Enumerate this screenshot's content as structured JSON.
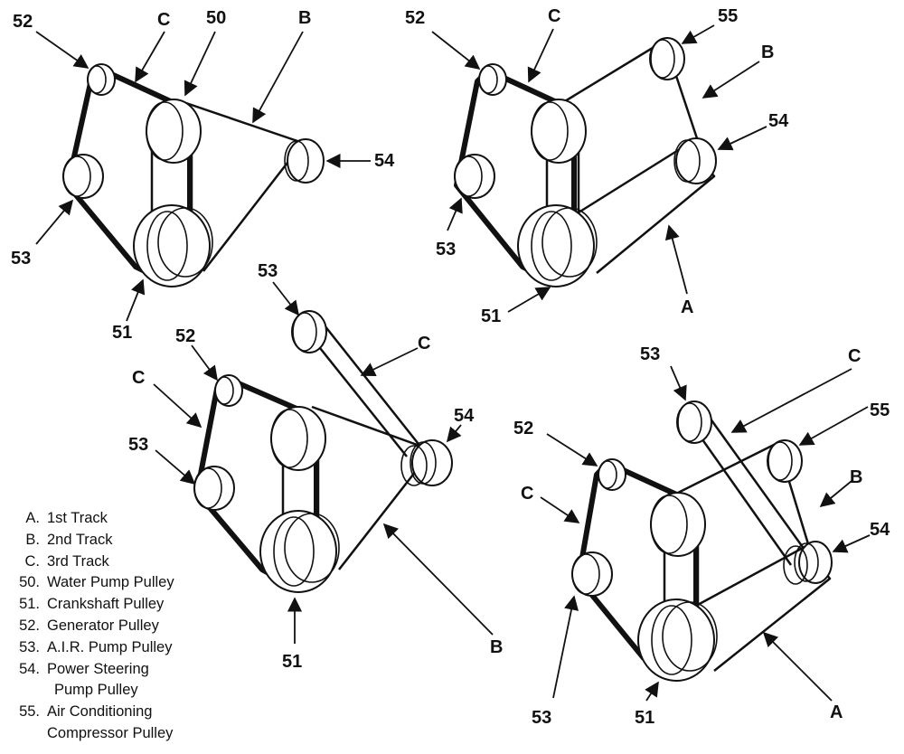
{
  "legend": {
    "items": [
      {
        "key": "A.",
        "text": "1st Track"
      },
      {
        "key": "B.",
        "text": "2nd Track"
      },
      {
        "key": "C.",
        "text": "3rd Track"
      },
      {
        "key": "50.",
        "text": "Water Pump Pulley"
      },
      {
        "key": "51.",
        "text": "Crankshaft Pulley"
      },
      {
        "key": "52.",
        "text": "Generator Pulley"
      },
      {
        "key": "53.",
        "text": "A.I.R. Pump Pulley"
      },
      {
        "key": "54.",
        "text": "Power Steering"
      },
      {
        "key": "55.",
        "text": "Air Conditioning"
      }
    ],
    "continuations": {
      "item_54": "Pump Pulley",
      "item_55": "Compressor Pulley"
    }
  },
  "labels": {
    "d1": {
      "l52": "52",
      "lC": "C",
      "l50": "50",
      "lB": "B",
      "l54": "54",
      "l53": "53",
      "l51": "51"
    },
    "d2": {
      "l52": "52",
      "lC": "C",
      "l55": "55",
      "lB": "B",
      "l54": "54",
      "l53": "53",
      "l51": "51",
      "lA": "A"
    },
    "d3": {
      "l53top": "53",
      "lC2": "C",
      "l52": "52",
      "lC": "C",
      "l54": "54",
      "l53": "53",
      "l51": "51",
      "lB": "B"
    },
    "d4": {
      "l53top": "53",
      "lC2": "C",
      "l55": "55",
      "l52": "52",
      "lB": "B",
      "lC": "C",
      "l54": "54",
      "l53": "53",
      "l51": "51",
      "lA": "A"
    }
  }
}
